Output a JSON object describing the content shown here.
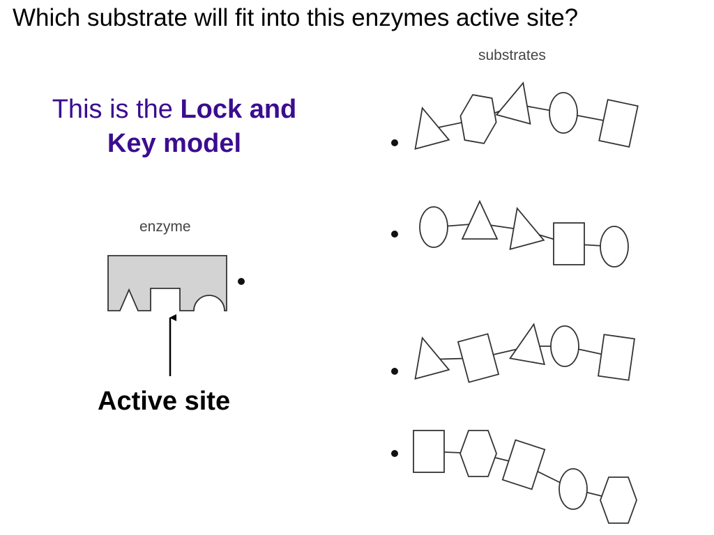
{
  "title": "Which substrate will fit into this enzymes active site?",
  "model_caption": {
    "prefix": "This is the ",
    "bold_part1": "Lock and",
    "bold_part2": "Key model"
  },
  "enzyme": {
    "label": "enzyme",
    "fill_color": "#d3d3d3",
    "active_site_shapes": [
      "triangle",
      "square",
      "circle"
    ]
  },
  "active_site_label": "Active site",
  "substrates_label": "substrates",
  "substrate_chains": [
    [
      "triangle",
      "hexagon",
      "triangle",
      "circle",
      "square"
    ],
    [
      "circle",
      "triangle",
      "triangle",
      "square",
      "circle"
    ],
    [
      "triangle",
      "square",
      "triangle",
      "circle",
      "square"
    ],
    [
      "square",
      "hexagon",
      "square",
      "circle",
      "hexagon"
    ]
  ]
}
